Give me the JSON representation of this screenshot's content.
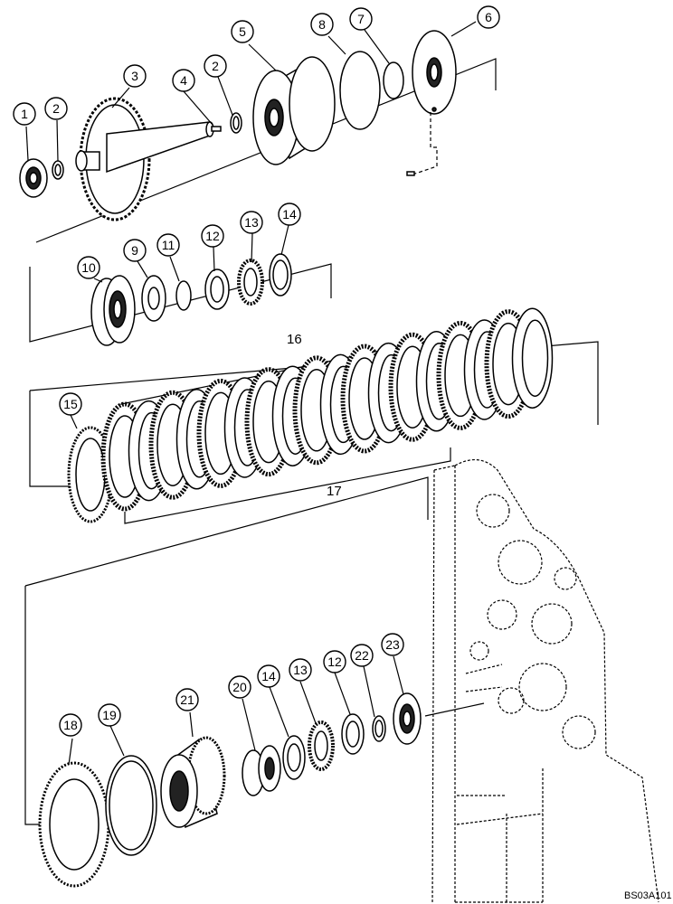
{
  "figure_code": "BS03A101",
  "group_labels": {
    "g16": "16",
    "g17": "17"
  },
  "callouts": [
    "1",
    "2",
    "3",
    "4",
    "2",
    "5",
    "8",
    "7",
    "6",
    "10",
    "9",
    "11",
    "12",
    "13",
    "14",
    "15",
    "18",
    "19",
    "21",
    "20",
    "14",
    "13",
    "12",
    "22",
    "23"
  ]
}
